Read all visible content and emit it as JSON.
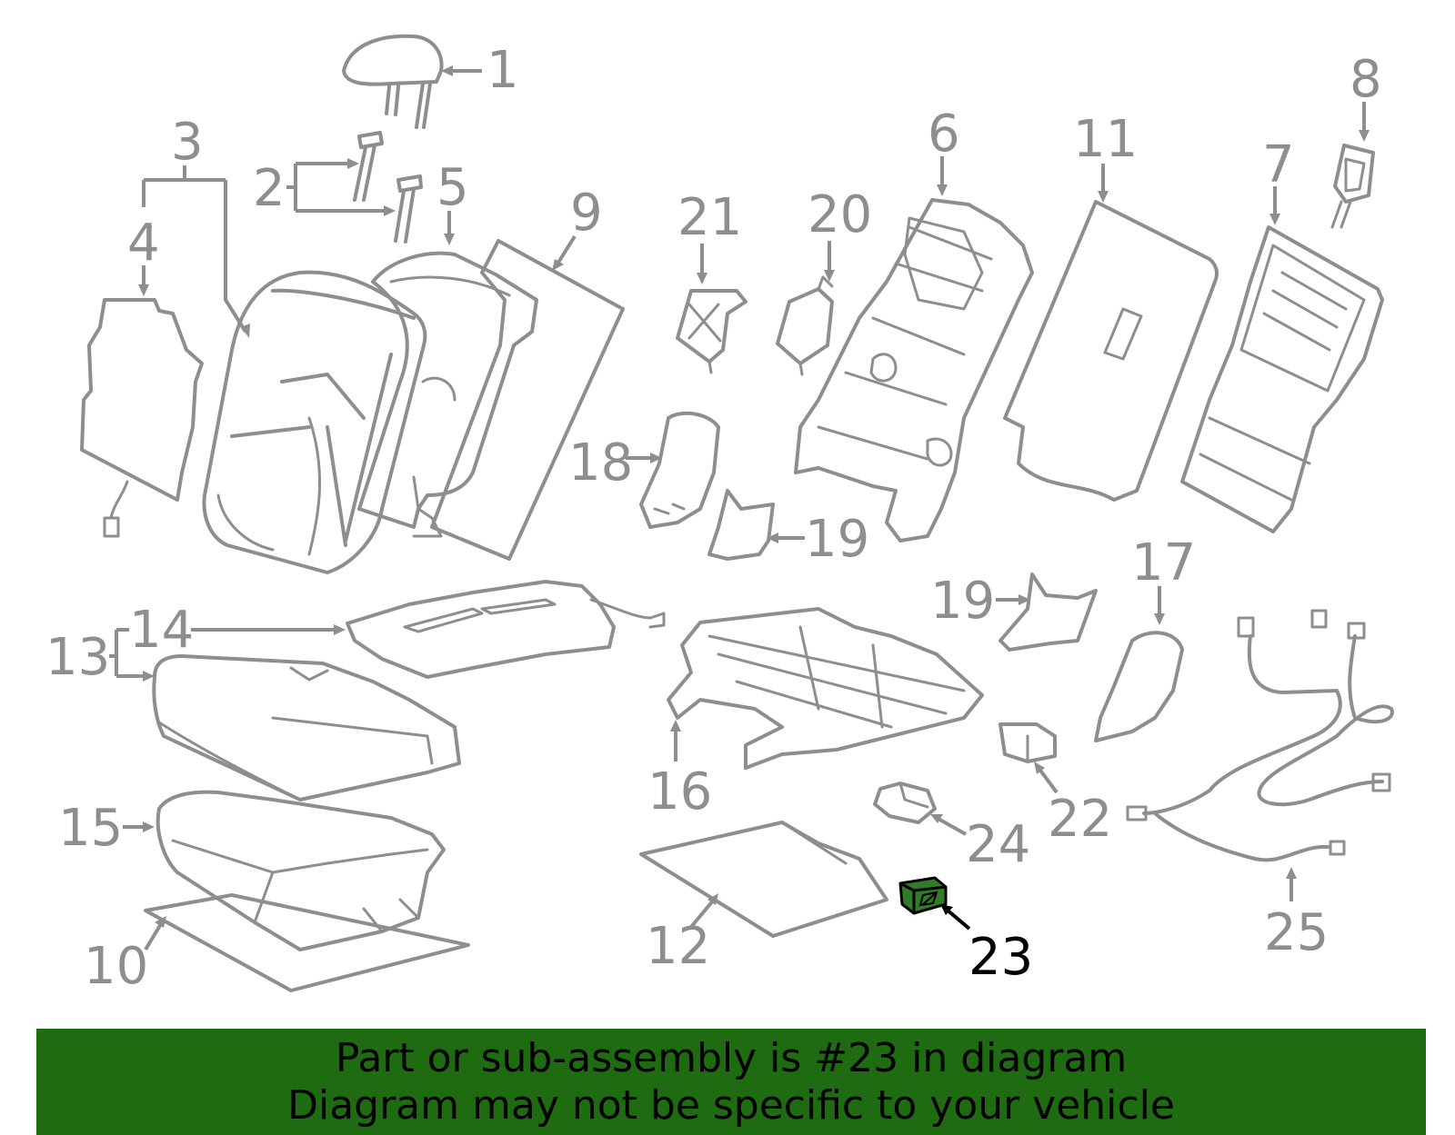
{
  "diagram": {
    "callouts": [
      {
        "id": "1",
        "label": "1"
      },
      {
        "id": "2",
        "label": "2"
      },
      {
        "id": "3",
        "label": "3"
      },
      {
        "id": "4",
        "label": "4"
      },
      {
        "id": "5",
        "label": "5"
      },
      {
        "id": "6",
        "label": "6"
      },
      {
        "id": "7",
        "label": "7"
      },
      {
        "id": "8",
        "label": "8"
      },
      {
        "id": "9",
        "label": "9"
      },
      {
        "id": "10",
        "label": "10"
      },
      {
        "id": "11",
        "label": "11"
      },
      {
        "id": "12",
        "label": "12"
      },
      {
        "id": "13",
        "label": "13"
      },
      {
        "id": "14",
        "label": "14"
      },
      {
        "id": "15",
        "label": "15"
      },
      {
        "id": "16",
        "label": "16"
      },
      {
        "id": "17",
        "label": "17"
      },
      {
        "id": "18",
        "label": "18"
      },
      {
        "id": "19a",
        "label": "19"
      },
      {
        "id": "19b",
        "label": "19"
      },
      {
        "id": "20",
        "label": "20"
      },
      {
        "id": "21",
        "label": "21"
      },
      {
        "id": "22",
        "label": "22"
      },
      {
        "id": "23",
        "label": "23",
        "highlighted": true
      },
      {
        "id": "24",
        "label": "24"
      },
      {
        "id": "25",
        "label": "25"
      }
    ]
  },
  "banner": {
    "line1": "Part or sub-assembly is #23 in diagram",
    "line2": "Diagram may not be specific to your vehicle"
  },
  "colors": {
    "part_stroke": "#8e8e8e",
    "highlight_fill": "#2f7d28",
    "banner_bg": "#1f6b12",
    "text_dark": "#000000"
  }
}
